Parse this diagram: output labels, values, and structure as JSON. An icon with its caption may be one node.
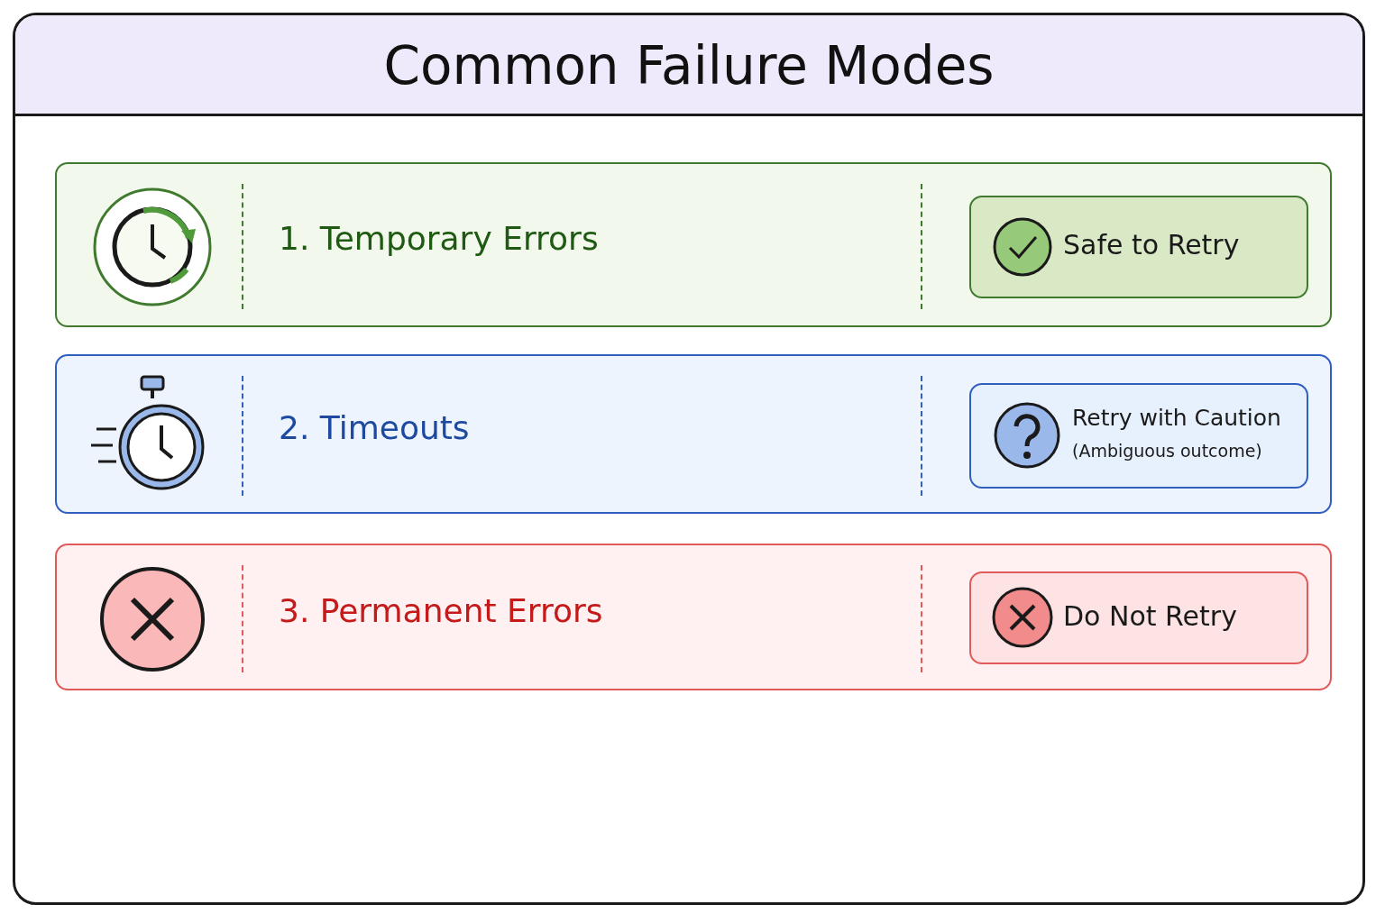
{
  "diagram": {
    "title": "Common Failure Modes",
    "nodes": [
      {
        "text": [
          "1. Temporary Errors"
        ]
      },
      {
        "text": [
          "Safe to Retry"
        ],
        "in": 0
      },
      {
        "text": [
          "2. Timeouts"
        ]
      },
      {
        "text": [
          "Retry with Caution",
          "(Ambiguous outcome)"
        ],
        "in": 2
      },
      {
        "text": [
          "3. Permanent Errors"
        ]
      },
      {
        "text": [
          "Do Not Retry"
        ],
        "in": 4
      }
    ]
  }
}
